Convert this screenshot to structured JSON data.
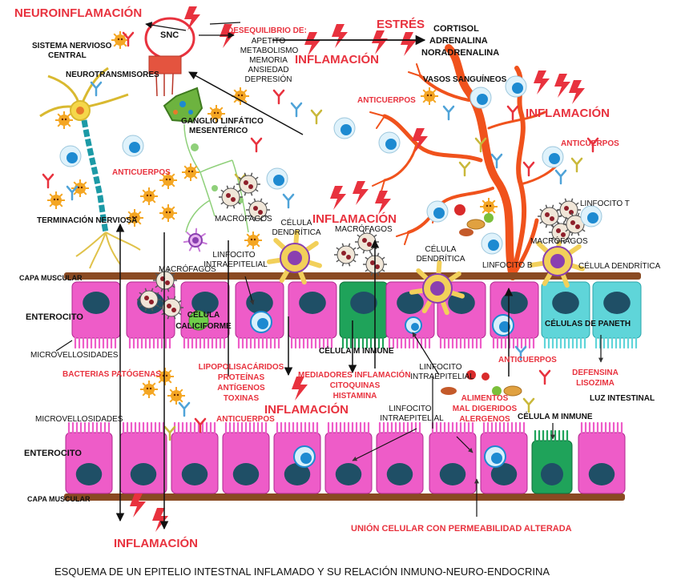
{
  "labels": {
    "neuroinflamacion": "NEUROINFLAMACIÓN",
    "snc": "SNC",
    "sistema_nervioso_l1": "SISTEMA NERVIOSO",
    "sistema_nervioso_l2": "CENTRAL",
    "neurotransmisores": "NEUROTRANSMISORES",
    "desequilibrio": "DESEQUILIBRIO DE:",
    "apetito": "APETITO",
    "metabolismo": "METABOLISMO",
    "memoria": "MEMORIA",
    "ansiedad": "ANSIEDAD",
    "depresion": "DEPRESIÓN",
    "estres": "ESTRÉS",
    "cortisol": "CORTISOL",
    "adrenalina": "ADRENALINA",
    "noradrenalina": "NORADRENALINA",
    "vasos": "VASOS SANGUÍNEOS",
    "inflamacion_top": "INFLAMACIÓN",
    "inflamacion_right": "INFLAMACIÓN",
    "inflamacion_center": "INFLAMACIÓN",
    "inflamacion_mid": "INFLAMACIÓN",
    "inflamacion_bottom": "INFLAMACIÓN",
    "anticuerpos_1": "ANTICUERPOS",
    "anticuerpos_2": "ANTICUERPOS",
    "anticuerpos_3": "ANTICUERPOS",
    "anticuerpos_4": "ANTICUERPOS",
    "anticuerpos_5": "ANTICUERPOS",
    "ganglio_l1": "GANGLIO LINFÁTICO",
    "ganglio_l2": "MESENTÉRICO",
    "terminacion": "TERMINACIÓN NERVIOSA",
    "macrofagos_1": "MACRÓFAGOS",
    "macrofagos_2": "MACRÓFAGOS",
    "macrofagos_3": "MACRÓFAGOS",
    "macrofagos_4": "MACRÓFAGOS",
    "celula_dendritica_1a": "CÉLULA",
    "celula_dendritica_1b": "DENDRÍTICA",
    "celula_dendritica_2a": "CÉLULA",
    "celula_dendritica_2b": "DENDRÍTICA",
    "celula_dendritica_3": "CÉLULA DENDRÍTICA",
    "linfocito_t": "LINFOCITO T",
    "linfocito_b": "LINFOCITO B",
    "linfocito_intra_1a": "LINFOCITO",
    "linfocito_intra_1b": "INTRAEPITELIAL",
    "linfocito_intra_2a": "LINFOCITO",
    "linfocito_intra_2b": "INTRAEPITELIAL",
    "linfocito_intra_3a": "LINFOCITO",
    "linfocito_intra_3b": "INTRAEPITELIAL",
    "capa_muscular_1": "CAPA MUSCULAR",
    "capa_muscular_2": "CAPA MUSCULAR",
    "enterocito_1": "ENTEROCITO",
    "enterocito_2": "ENTEROCITO",
    "celula_caliciforme_a": "CÉLULA",
    "celula_caliciforme_b": "CALICIFORME",
    "celula_m_1": "CÉLULA M INMUNE",
    "celula_m_2": "CÉLULA M INMUNE",
    "paneth": "CÉLULAS DE PANETH",
    "microvellosidades_1": "MICROVELLOSIDADES",
    "microvellosidades_2": "MICROVELLOSIDADES",
    "bacterias": "BACTERIAS  PATÓGENAS",
    "lipopolisacaridos": "LIPOPOLISACÁRIDOS",
    "proteinas": "PROTEÍNAS",
    "antigenos": "ANTÍGENOS",
    "toxinas": "TOXINAS",
    "mediadores": "MEDIADORES INFLAMACIÓN",
    "citoquinas": "CITOQUINAS",
    "histamina": "HISTAMINA",
    "alimentos_1": "ALIMENTOS",
    "alimentos_2": "MAL DIGERIDOS",
    "alimentos_3": "ALERGENOS",
    "defensina": "DEFENSINA",
    "lisozima": "LISOZIMA",
    "luz_intestinal": "LUZ INTESTINAL",
    "union_celular": "UNIÓN CELULAR CON PERMEABILIDAD ALTERADA",
    "caption": "ESQUEMA DE UN EPITELIO INTESTNAL INFLAMADO Y SU RELACIÓN INMUNO-NEURO-ENDOCRINA"
  },
  "colors": {
    "title_red": "#e8323e",
    "lightning_red": "#e8323e",
    "enterocyte_pink": "#ee5cc8",
    "enterocyte_stroke": "#b0278f",
    "nucleus": "#1f4f66",
    "paneth_cyan": "#5fd5d9",
    "m_cell_green": "#1fa35a",
    "muscle_brown": "#8a4a22",
    "vessel_orange": "#f0521c",
    "neuron_yellow": "#f5d74a",
    "ganglion_green": "#6db33f",
    "dendritic_purple": "#8a3fb0",
    "bacteria_orange": "#f4a623",
    "macrophage_brown": "#8e1f2a",
    "lymphocyte_blue": "#1d8ad1"
  }
}
